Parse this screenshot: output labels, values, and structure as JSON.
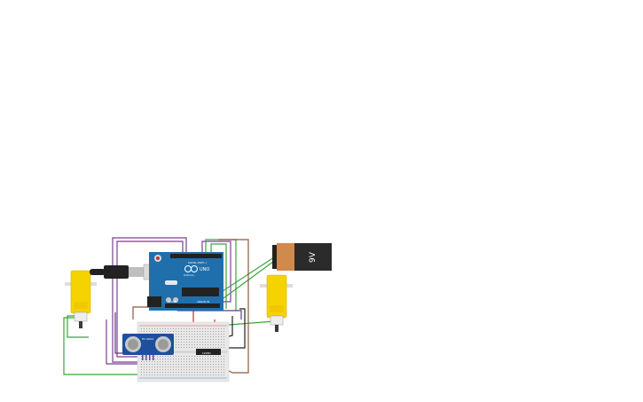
{
  "circuit": {
    "board": {
      "name": "Arduino",
      "model": "UNO",
      "label_digital": "DIGITAL (PWM~)",
      "label_power": "POWER",
      "label_analog": "ANALOG IN"
    },
    "battery": {
      "label": "9V"
    },
    "sensor": {
      "label": "HC-SR04"
    },
    "driver": {
      "label": "L293D"
    },
    "motors": [
      {
        "side": "left"
      },
      {
        "side": "right"
      }
    ],
    "colors": {
      "background": "#ffffff",
      "arduino_board": "#1f6fad",
      "arduino_board_dark": "#17578a",
      "battery_body": "#2b2b2b",
      "battery_cap": "#d08a4b",
      "motor_yellow": "#f5d300",
      "motor_shaft": "#3a3a3a",
      "breadboard": "#e8e8e8",
      "sensor_blue": "#1d4f9e",
      "wire_purple": "#7a3f8f",
      "wire_green": "#3aa33c",
      "wire_red": "#c9302c",
      "wire_brown": "#8a5a3b",
      "wire_black": "#222222",
      "usb_cable": "#222222"
    }
  }
}
